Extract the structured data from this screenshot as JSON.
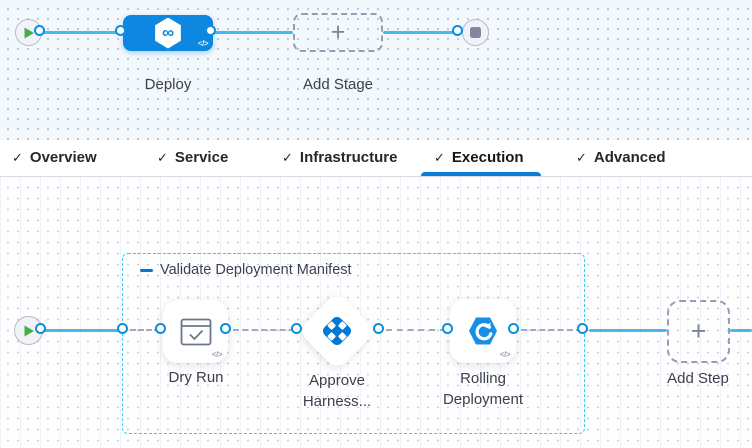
{
  "colors": {
    "primary_blue": "#0278D5",
    "stage_node_blue": "#0D87E0",
    "line_cyan": "#47B8EF",
    "connector_ring_blue": "#0A8FE0",
    "group_border_cyan": "#3FC7EE",
    "dashed_connector_gray": "#A3A9C0",
    "play_green": "#47AE4C",
    "active_tab_underline": "#0B7CD7",
    "canvas_top_bg": "#F3F8FC",
    "canvas_bottom_bg": "#FEFEFE"
  },
  "icons": {
    "check": "✓",
    "plus": "+",
    "code": "</>",
    "infinity": "∞"
  },
  "stage_flow": {
    "deploy_label": "Deploy",
    "add_stage_label": "Add Stage"
  },
  "tabs": {
    "items": [
      {
        "label": "Overview",
        "checked": true,
        "active": false
      },
      {
        "label": "Service",
        "checked": true,
        "active": false
      },
      {
        "label": "Infrastructure",
        "checked": true,
        "active": false
      },
      {
        "label": "Execution",
        "checked": true,
        "active": true
      },
      {
        "label": "Advanced",
        "checked": true,
        "active": false
      }
    ]
  },
  "execution": {
    "group_title": "Validate Deployment Manifest",
    "dry_run_label": "Dry Run",
    "approve_label_line1": "Approve",
    "approve_label_line2": "Harness...",
    "rolling_label_line1": "Rolling",
    "rolling_label_line2": "Deployment",
    "add_step_label": "Add Step"
  }
}
